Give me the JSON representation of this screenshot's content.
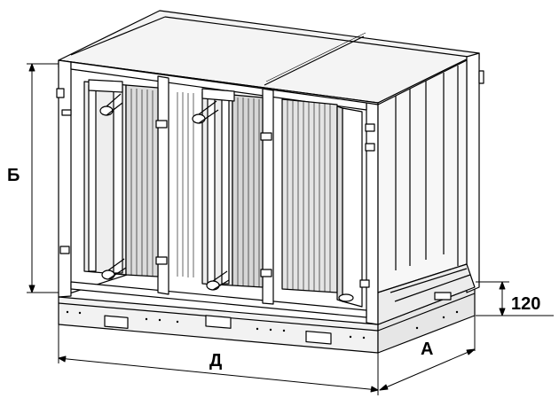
{
  "dimensions": {
    "height_label": "Б",
    "length_label": "Д",
    "width_label": "А",
    "base_height_label": "120"
  },
  "colors": {
    "line": "#000000",
    "background": "#ffffff",
    "panel": "#f2f2f2",
    "coil": "#dcdcdc",
    "shade": "#bdbdbd"
  }
}
